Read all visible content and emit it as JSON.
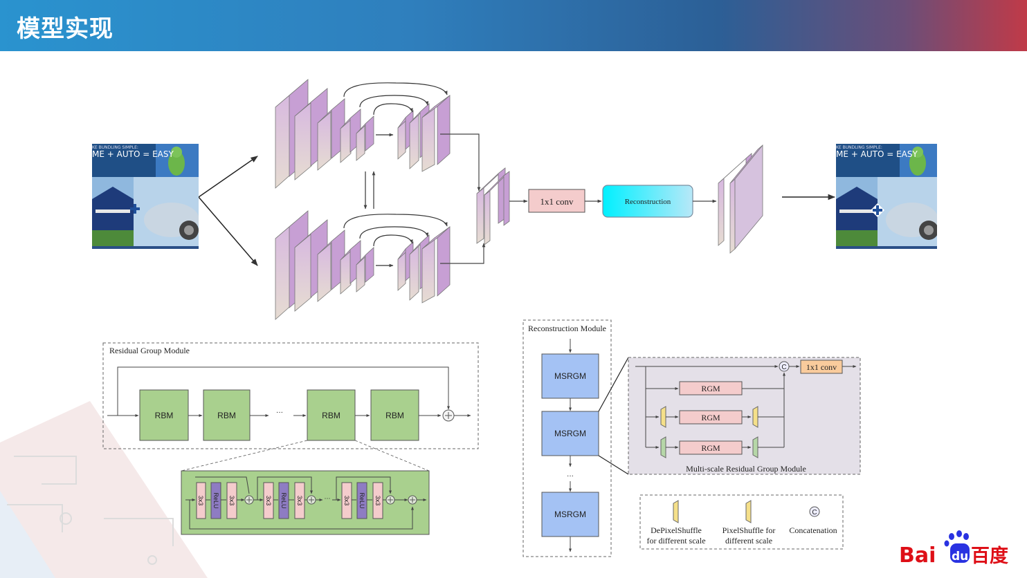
{
  "header": {
    "title": "模型实现"
  },
  "pipeline": {
    "conv_label": "1x1 conv",
    "recon_label": "Reconstruction"
  },
  "thumb": {
    "line1": "KE BUNDLING SIMPLE:",
    "line2": "ME + AUTO = EASY"
  },
  "rgm": {
    "title": "Residual Group Module",
    "blocks": [
      "RBM",
      "RBM",
      "RBM",
      "RBM"
    ],
    "ellipsis": "···",
    "rbm_cells": [
      "3x3",
      "ReLU",
      "3x3"
    ]
  },
  "recon_module": {
    "title": "Reconstruction Module",
    "blocks": [
      "MSRGM",
      "MSRGM",
      "MSRGM"
    ],
    "ellipsis": "···"
  },
  "msrgm": {
    "title": "Multi-scale Residual Group Module",
    "rgm_label": "RGM",
    "conv_label": "1x1 conv",
    "concat_symbol": "C"
  },
  "legend": {
    "depixel_line1": "DePixelShuffle",
    "depixel_line2": "for different scale",
    "pixel_line1": "PixelShuffle for",
    "pixel_line2": "different scale",
    "concat": "Concatenation",
    "concat_symbol": "C"
  },
  "logo": {
    "latin_a": "Bai",
    "latin_b": "du",
    "cn": "百度"
  },
  "colors": {
    "rbm_green": "#a9d08e",
    "msrgm_blue": "#a4c2f4",
    "rgm_pink": "#f4cccc",
    "conv_orange": "#f9cb9c",
    "relu_purple": "#8e7cc3",
    "baidu_red": "#de0f17",
    "baidu_blue": "#2932e1"
  }
}
